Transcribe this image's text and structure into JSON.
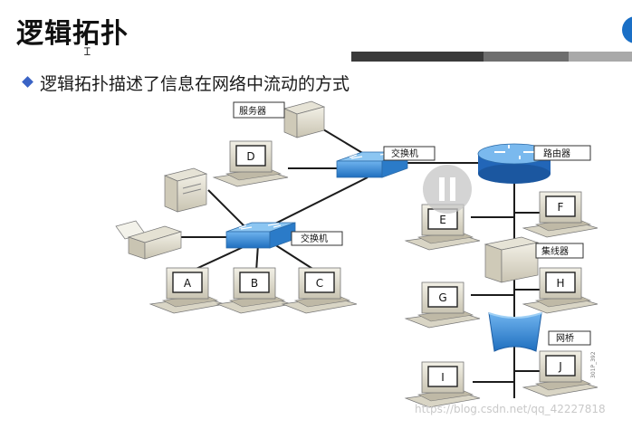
{
  "slide": {
    "title": "逻辑拓扑",
    "bullet_text": "逻辑拓扑描述了信息在网络中流动的方式",
    "watermark": "https://blog.csdn.net/qq_42227818",
    "figure_code": "301P_392"
  },
  "colors": {
    "accent_blue": "#3a63c5",
    "device_blue": "#3b8ed8",
    "line": "#1c1c1c",
    "bar_dark": "#3a3a3a",
    "bar_mid": "#6e6e6e",
    "bar_light": "#a9a9a9"
  },
  "diagram": {
    "labels": {
      "server": "服务器",
      "switch_top": "交换机",
      "switch_bottom": "交换机",
      "router": "路由器",
      "hub": "集线器",
      "bridge": "网桥"
    },
    "computers": [
      "A",
      "B",
      "C",
      "D",
      "E",
      "F",
      "G",
      "H",
      "I",
      "J"
    ]
  },
  "overlay": {
    "pause_icon": "pause-icon"
  }
}
